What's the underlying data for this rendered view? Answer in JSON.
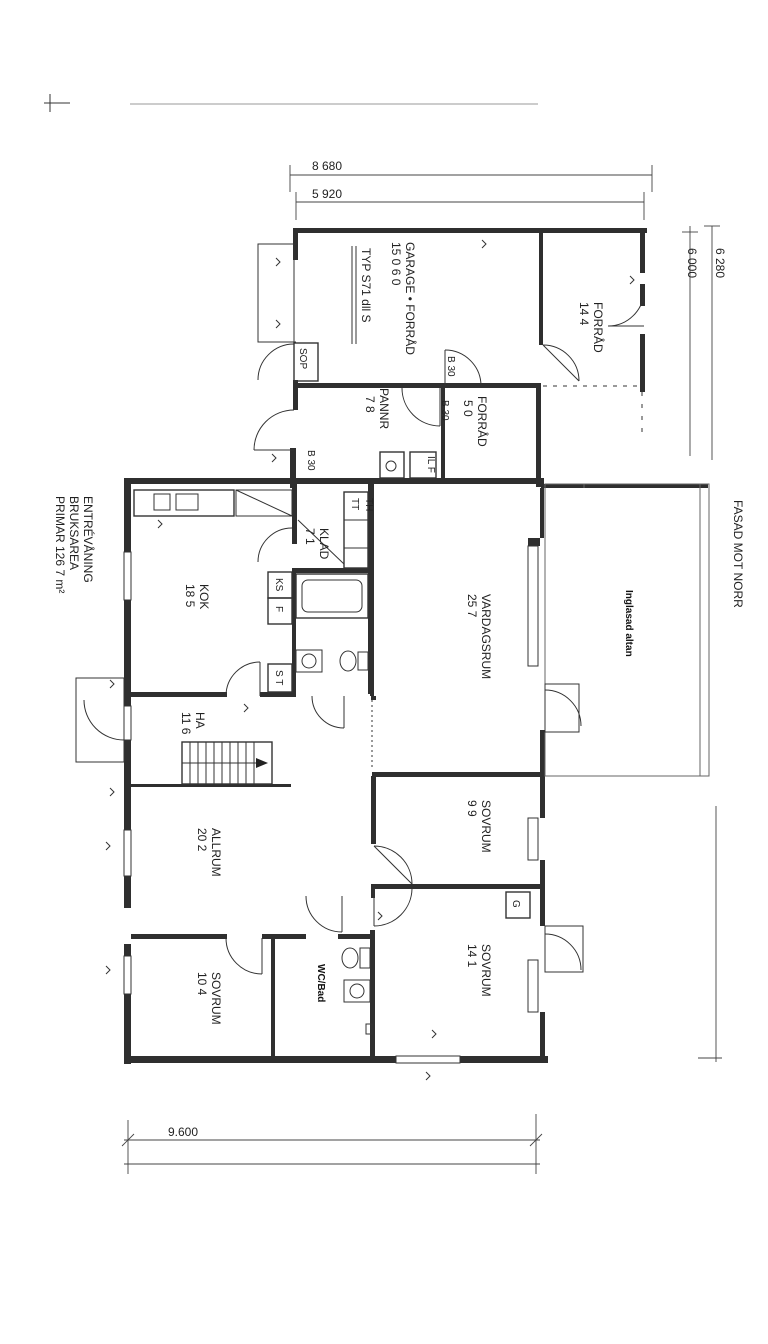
{
  "rooms": {
    "garage_name": "GARAGE • FORRÅD",
    "garage_area": "15 0                  6 0",
    "garage_note": "TYP  S71 dll S",
    "forrad_top_name": "FORRÅD",
    "forrad_top_area": "14 4",
    "pannrum_name": "PANNR",
    "pannrum_area": "7 8",
    "forrad_small_name": "FORRÅD",
    "forrad_small_area": "5 0",
    "sop": "SOP",
    "b30_a": "B 30",
    "b30_b": "B 30",
    "b30_c": "B 30",
    "kok_name": "KOK",
    "kok_area": "18 5",
    "klad_name": "KLAD",
    "klad_area": "7 1",
    "ks": "KS",
    "f": "F",
    "st": "S T",
    "tt": "TT",
    "th": "TH",
    "vardagsrum_name": "VARDAGSRUM",
    "vardagsrum_area": "25 7",
    "altan": "Inglasad altan",
    "hall_name": "HA",
    "hall_area": "11 6",
    "allrum_name": "ALLRUM",
    "allrum_area": "20 2",
    "sovrum1_name": "SOVRUM",
    "sovrum1_area": "9 9",
    "sovrum2_name": "SOVRUM",
    "sovrum2_area": "14 1",
    "sovrum3_name": "SOVRUM",
    "sovrum3_area": "10 4",
    "wc_name": "WC/Bad",
    "g": "G",
    "il_f": "IL  F"
  },
  "info": {
    "line1": "ENTRÉVÅNING",
    "line2": "BRUKSAREA",
    "line3": "PRIMAR  126 7 m²"
  },
  "facade": "FASAD    MOT    NORR",
  "dimensions": {
    "d8680": "8 680",
    "d5920": "5 920",
    "d6280": "6 280",
    "d6000": "6 000",
    "d9600": "9.600"
  }
}
